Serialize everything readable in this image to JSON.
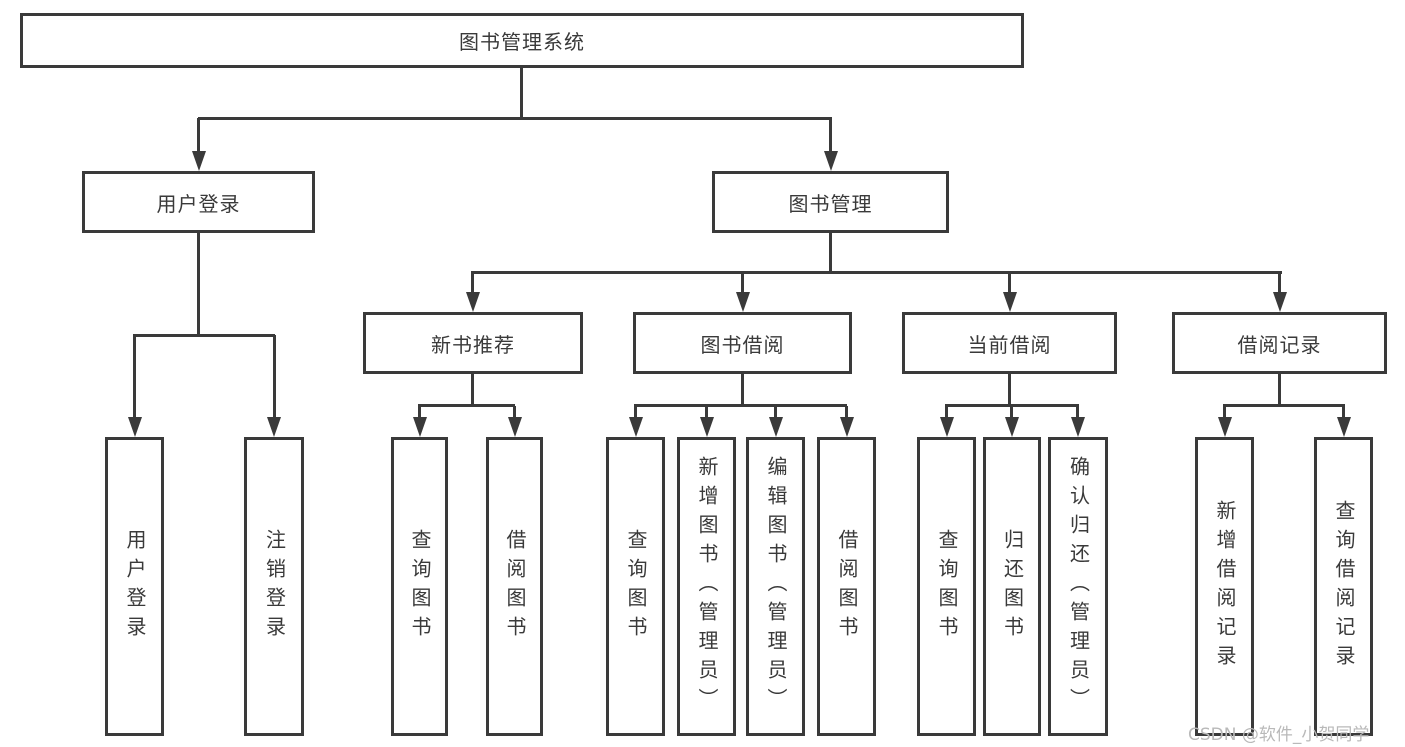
{
  "diagram": {
    "title": "图书管理系统",
    "level2": {
      "user_login": "用户登录",
      "book_mgmt": "图书管理"
    },
    "level3": {
      "new_book_rec": "新书推荐",
      "book_borrow": "图书借阅",
      "current_borrow": "当前借阅",
      "borrow_records": "借阅记录"
    },
    "leaves": {
      "user_login": [
        "用户登录",
        "注销登录"
      ],
      "new_book_rec": [
        "查询图书",
        "借阅图书"
      ],
      "book_borrow": [
        "查询图书",
        "新增图书（管理员）",
        "编辑图书（管理员）",
        "借阅图书"
      ],
      "current_borrow": [
        "查询图书",
        "归还图书",
        "确认归还（管理员）"
      ],
      "borrow_records": [
        "新增借阅记录",
        "查询借阅记录"
      ]
    },
    "watermark": "CSDN @软件_小贺同学",
    "colors": {
      "line": "#3a3a3a",
      "text": "#3a3a3a",
      "watermark": "#b9b9b9",
      "background": "#ffffff"
    }
  }
}
